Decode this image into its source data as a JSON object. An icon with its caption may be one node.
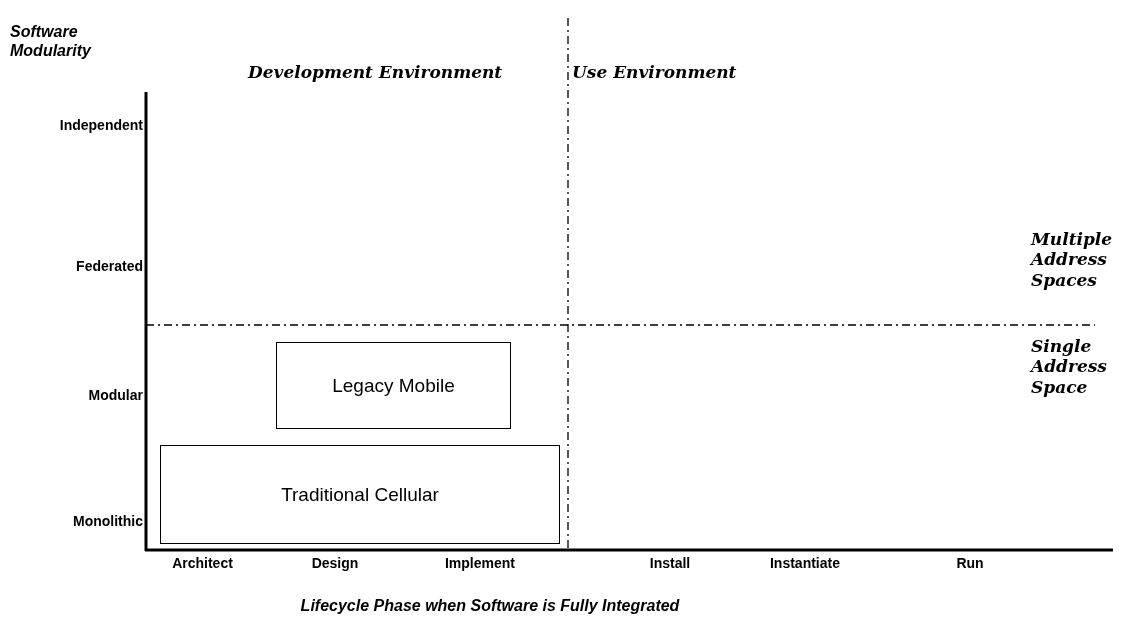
{
  "diagram": {
    "nodes": [
      {
        "text": [
          "Legacy Mobile"
        ]
      },
      {
        "text": [
          "Traditional Cellular"
        ]
      }
    ],
    "labels": [
      "Software Modularity",
      "Development Environment",
      "Use Environment",
      "Independent",
      "Multiple Address Spaces",
      "Federated",
      "Single Address Space",
      "Modular",
      "Monolithic",
      "Architect",
      "Design",
      "Implement",
      "Install",
      "Instantiate",
      "Run",
      "Lifecycle Phase when Software is Fully Integrated"
    ]
  }
}
